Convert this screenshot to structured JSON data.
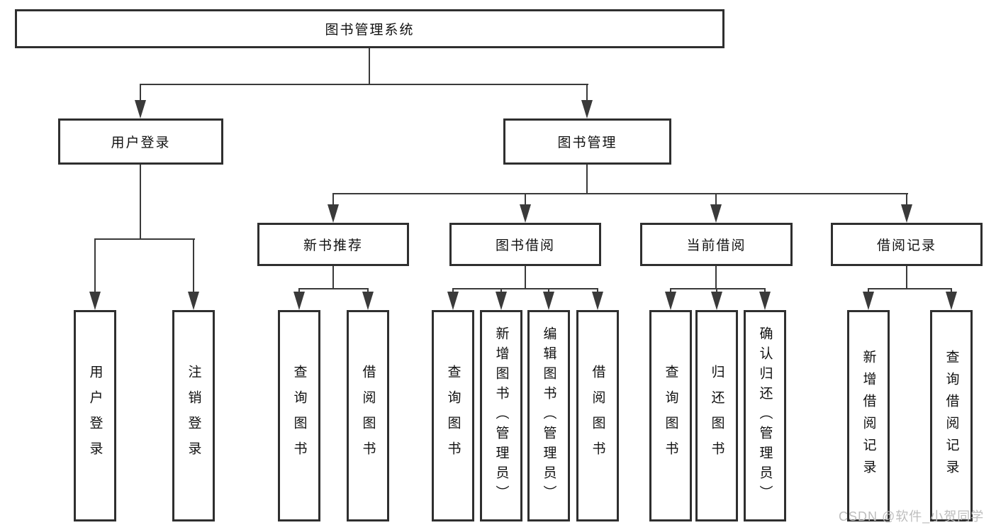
{
  "diagram": {
    "type": "tree",
    "root": {
      "label": "图书管理系统",
      "children": [
        {
          "label": "用户登录",
          "children": [
            {
              "label": "用户登录"
            },
            {
              "label": "注销登录"
            }
          ]
        },
        {
          "label": "图书管理",
          "children": [
            {
              "label": "新书推荐",
              "children": [
                {
                  "label": "查询图书"
                },
                {
                  "label": "借阅图书"
                }
              ]
            },
            {
              "label": "图书借阅",
              "children": [
                {
                  "label": "查询图书"
                },
                {
                  "label": "新增图书（管理员）"
                },
                {
                  "label": "编辑图书（管理员）"
                },
                {
                  "label": "借阅图书"
                }
              ]
            },
            {
              "label": "当前借阅",
              "children": [
                {
                  "label": "查询图书"
                },
                {
                  "label": "归还图书"
                },
                {
                  "label": "确认归还（管理员）"
                }
              ]
            },
            {
              "label": "借阅记录",
              "children": [
                {
                  "label": "新增借阅记录"
                },
                {
                  "label": "查询借阅记录"
                }
              ]
            }
          ]
        }
      ]
    }
  },
  "watermark": {
    "text": "CSDN @软件_小贺同学"
  },
  "colors": {
    "background": "#ffffff",
    "box_fill": "#ffffff",
    "box_border": "#2f2f2f",
    "line": "#3a3a3a",
    "text": "#111111",
    "watermark_text": "#bdbdbd"
  }
}
